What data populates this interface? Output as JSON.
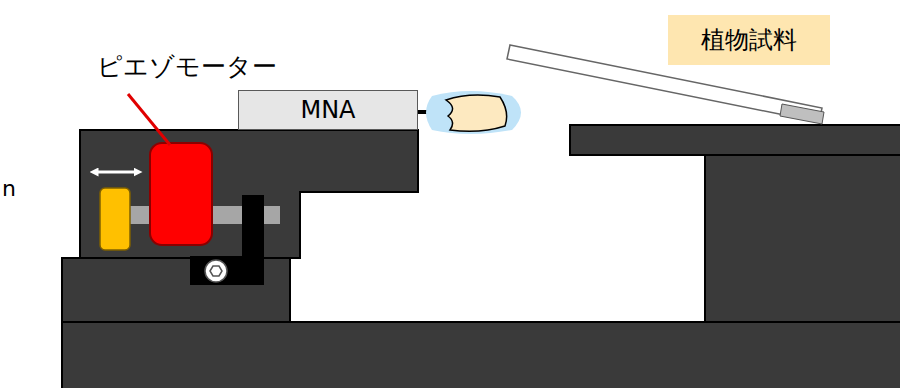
{
  "diagram": {
    "nodes": [
      {
        "text": [
          "MNA"
        ]
      },
      {
        "text": [
          "植物試料"
        ]
      }
    ],
    "labels": [
      "ピエゾモーター",
      "n"
    ]
  }
}
